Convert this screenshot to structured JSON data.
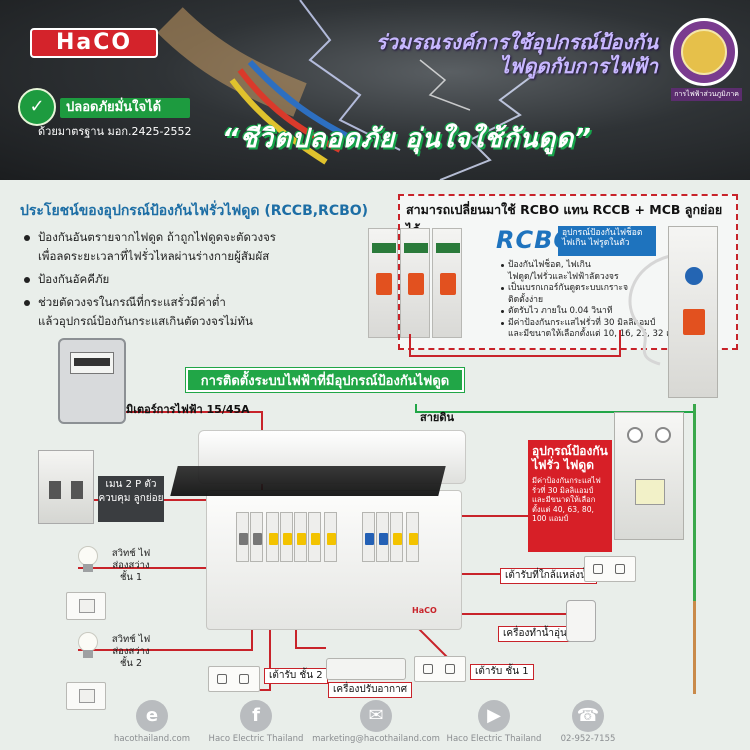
{
  "header": {
    "brand": "HaCO",
    "safe_title": "ปลอดภัยมั่นใจได้",
    "safe_standard": "ด้วยมาตรฐาน มอก.2425-2552",
    "campaign_line1": "ร่วมรณรงค์การใช้อุปกรณ์ป้องกัน",
    "campaign_line2": "ไฟดูดกับการไฟฟ้า",
    "seal_caption": "การไฟฟ้าส่วนภูมิภาค",
    "slogan": "“ชีวิตปลอดภัย อุ่นใจใช้กันดูด”"
  },
  "benefits": {
    "title": "ประโยชน์ของอุปกรณ์ป้องกันไฟรั่วไฟดูด (RCCB,RCBO)",
    "items": [
      "ป้องกันอันตรายจากไฟดูด ถ้าถูกไฟดูดจะตัดวงจร",
      "เพื่อลดระยะเวลาที่ไฟรั่วไหลผ่านร่างกายผู้สัมผัส",
      "ป้องกันอัคคีภัย",
      "ช่วยตัดวงจรในกรณีที่กระแสรั่วมีค่าต่ำ",
      "แล้วอุปกรณ์ป้องกันกระแสเกินตัดวงจรไม่ทัน"
    ]
  },
  "rcbo": {
    "title": "สามารถเปลี่ยนมาใช้ RCBO แทน RCCB + MCB ลูกย่อยได้",
    "label": "RCBO",
    "tag": "อุปกรณ์ป้องกันไฟช็อต ไฟเกิน ไฟรูดในตัว",
    "items": [
      "ป้องกันไฟช็อต, ไฟเกิน",
      "ไฟดูด/ไฟรั่วและไฟฟ้าลัดวงจร",
      "เป็นเบรกเกอร์กันดูดระบบเกราะจ",
      "ติดตั้งง่าย",
      "ตัดรับไว ภายใน 0.04 วินาที",
      "มีค่าป้องกันกระแสไฟรั่วที่ 30 มิลลิแอมป์",
      "และมีขนาดให้เลือกตั้งแต่ 10, 16, 25, 32 แอมป์"
    ]
  },
  "install": {
    "section_title": "การติดตั้งระบบไฟฟ้าที่มีอุปกรณ์ป้องกันไฟดูด",
    "meter_label": "มิเตอร์การไฟฟ้า 15/45A",
    "ground_label": "สายดิน",
    "main_label": "เมน 2 P ตัวควบคุม ลูกย่อย",
    "switch1": "สวิทช์ ไฟส่องสว่าง ชั้น 1",
    "switch2": "สวิทช์ ไฟส่องสว่าง ชั้น 2",
    "outlet_kitchen": "เต้ารับที่ใกล้แหล่งน้ำ",
    "water_heater": "เครื่องทำน้ำอุ่น",
    "outlet_floor2": "เต้ารับ ชั้น 2",
    "outlet_floor1": "เต้ารับ ชั้น 1",
    "aircon": "เครื่องปรับอากาศ",
    "rcd_title": "อุปกรณ์ป้องกัน ไฟรั่ว ไฟดูด",
    "rcd_desc": "มีค่าป้องกันกระแสไฟรั่วที่ 30 มิลลิแอมป์ และมีขนาดให้เลือกตั้งแต่ 40, 63, 80, 100 แอมป์",
    "panel_brand": "HaCO"
  },
  "footer": {
    "items": [
      {
        "icon": "e",
        "text": "hacothailand.com"
      },
      {
        "icon": "f",
        "text": "Haco Electric Thailand"
      },
      {
        "icon": "✉",
        "text": "marketing@hacothailand.com"
      },
      {
        "icon": "▶",
        "text": "Haco Electric Thailand"
      },
      {
        "icon": "☎",
        "text": "02-952-7155"
      }
    ]
  },
  "colors": {
    "brand_red": "#d4232b",
    "green": "#21a647",
    "blue": "#1e73be"
  }
}
